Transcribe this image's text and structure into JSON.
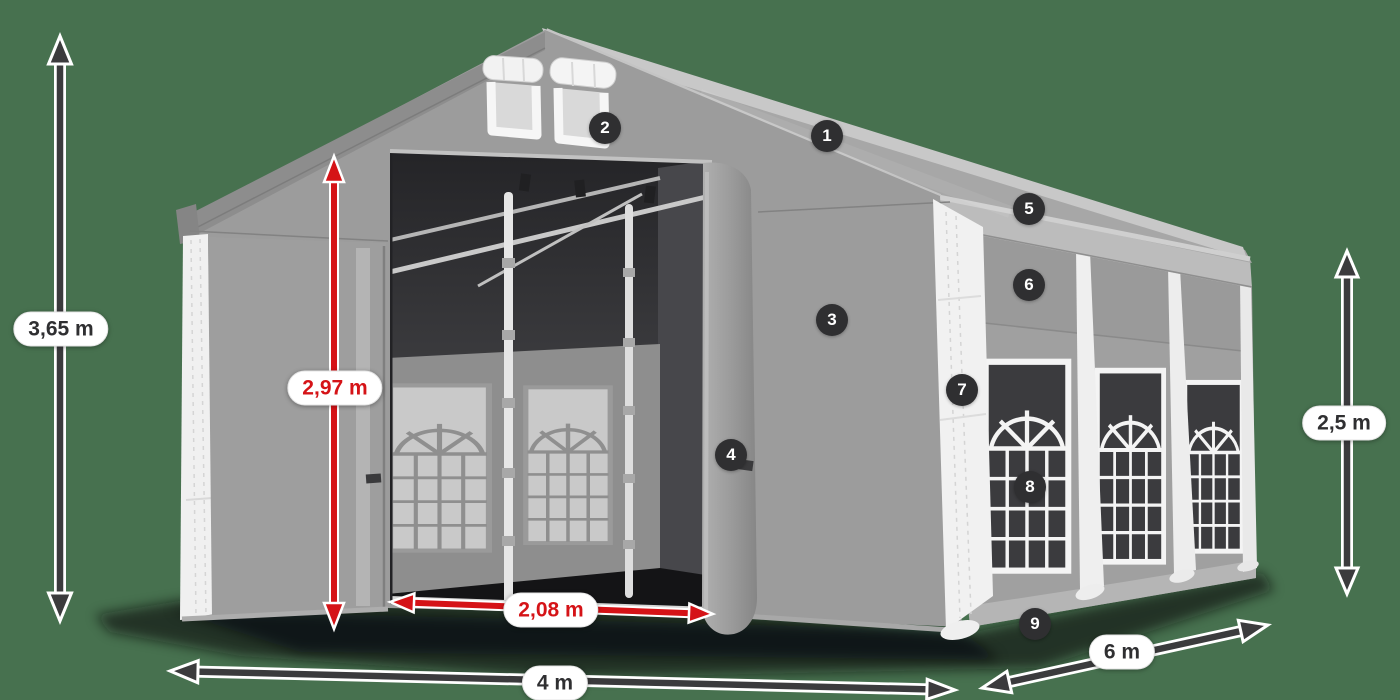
{
  "scene": {
    "description": "gray party tent illustration with open front doors, numbered callouts and dimension arrows",
    "background_color": "#47714F",
    "accent_red": "#D51317",
    "arrow_color": "#3B3B3D",
    "badge_color": "#2F2F31"
  },
  "dimension_labels": {
    "total_height": "3,65 m",
    "entrance_height": "2,97 m",
    "entrance_width": "2,08 m",
    "tent_width": "4 m",
    "tent_length": "6 m",
    "side_wall_height": "2,5 m"
  },
  "callouts": [
    {
      "number": "1"
    },
    {
      "number": "2"
    },
    {
      "number": "3"
    },
    {
      "number": "4"
    },
    {
      "number": "5"
    },
    {
      "number": "6"
    },
    {
      "number": "7"
    },
    {
      "number": "8"
    },
    {
      "number": "9"
    }
  ]
}
